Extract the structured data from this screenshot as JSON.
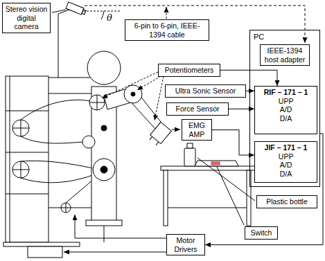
{
  "diagram": {
    "nodes": [
      {
        "text": [
          "Stereo vision digital camera"
        ]
      },
      {
        "text": [
          "6-pin to 6-pin, IEEE-1394 cable"
        ]
      },
      {
        "text": [
          "PC"
        ]
      },
      {
        "text": [
          "IEEE-1394 host adapter"
        ],
        "in": 2
      },
      {
        "text": [
          "Potentiometers"
        ]
      },
      {
        "text": [
          "Ultra Sonic Sensor"
        ]
      },
      {
        "text": [
          "RIF – 171 – 1",
          "UPP A/D D/A"
        ],
        "in": 2
      },
      {
        "text": [
          "Force Sensor"
        ]
      },
      {
        "text": [
          "EMG AMP"
        ]
      },
      {
        "text": [
          "JIF – 171 – 1",
          "UPP A/D D/A"
        ],
        "in": 2
      },
      {
        "text": [
          "Plastic bottle"
        ]
      },
      {
        "text": [
          "Switch"
        ]
      },
      {
        "text": [
          "Motor Drivers"
        ]
      }
    ],
    "edges": [
      {
        "from": 4,
        "to": 6,
        "arrow": "to"
      },
      {
        "from": 5,
        "to": 6,
        "arrow": "to"
      },
      {
        "from": 7,
        "to": 6,
        "arrow": "to"
      },
      {
        "from": 8,
        "to": 9,
        "arrow": "to"
      },
      {
        "from": 2,
        "to": 12,
        "arrow": "to"
      }
    ],
    "labels": [
      "θ"
    ]
  }
}
